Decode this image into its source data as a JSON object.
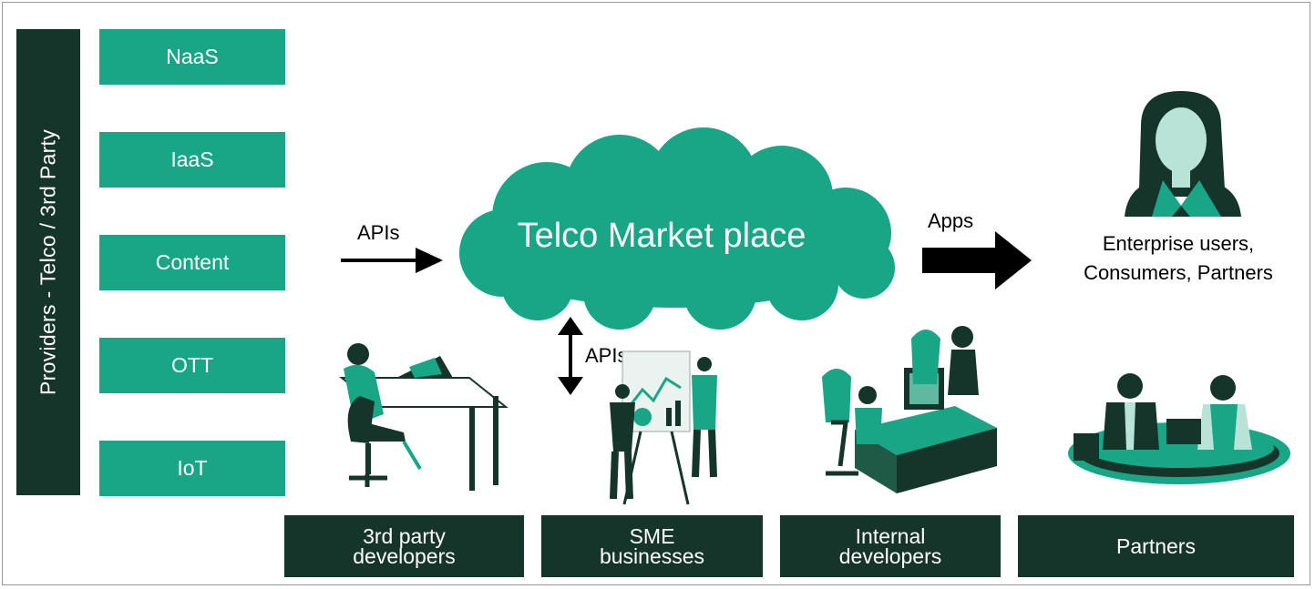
{
  "providers": {
    "label": "Providers - Telco / 3rd Party",
    "services": [
      "NaaS",
      "IaaS",
      "Content",
      "OTT",
      "IoT"
    ]
  },
  "flow": {
    "apis_left": "APIs",
    "apis_vertical": "APIs",
    "apps": "Apps"
  },
  "marketplace": {
    "title": "Telco Market place"
  },
  "end_users": {
    "line1": "Enterprise users,",
    "line2": "Consumers, Partners"
  },
  "groups": [
    {
      "line1": "3rd party",
      "line2": "developers"
    },
    {
      "line1": "SME",
      "line2": "businesses"
    },
    {
      "line1": "Internal",
      "line2": "developers"
    },
    {
      "line1": "Partners",
      "line2": ""
    }
  ],
  "colors": {
    "dark_green": "#16352a",
    "accent_green": "#18a686",
    "light_green": "#b9e3d6"
  }
}
